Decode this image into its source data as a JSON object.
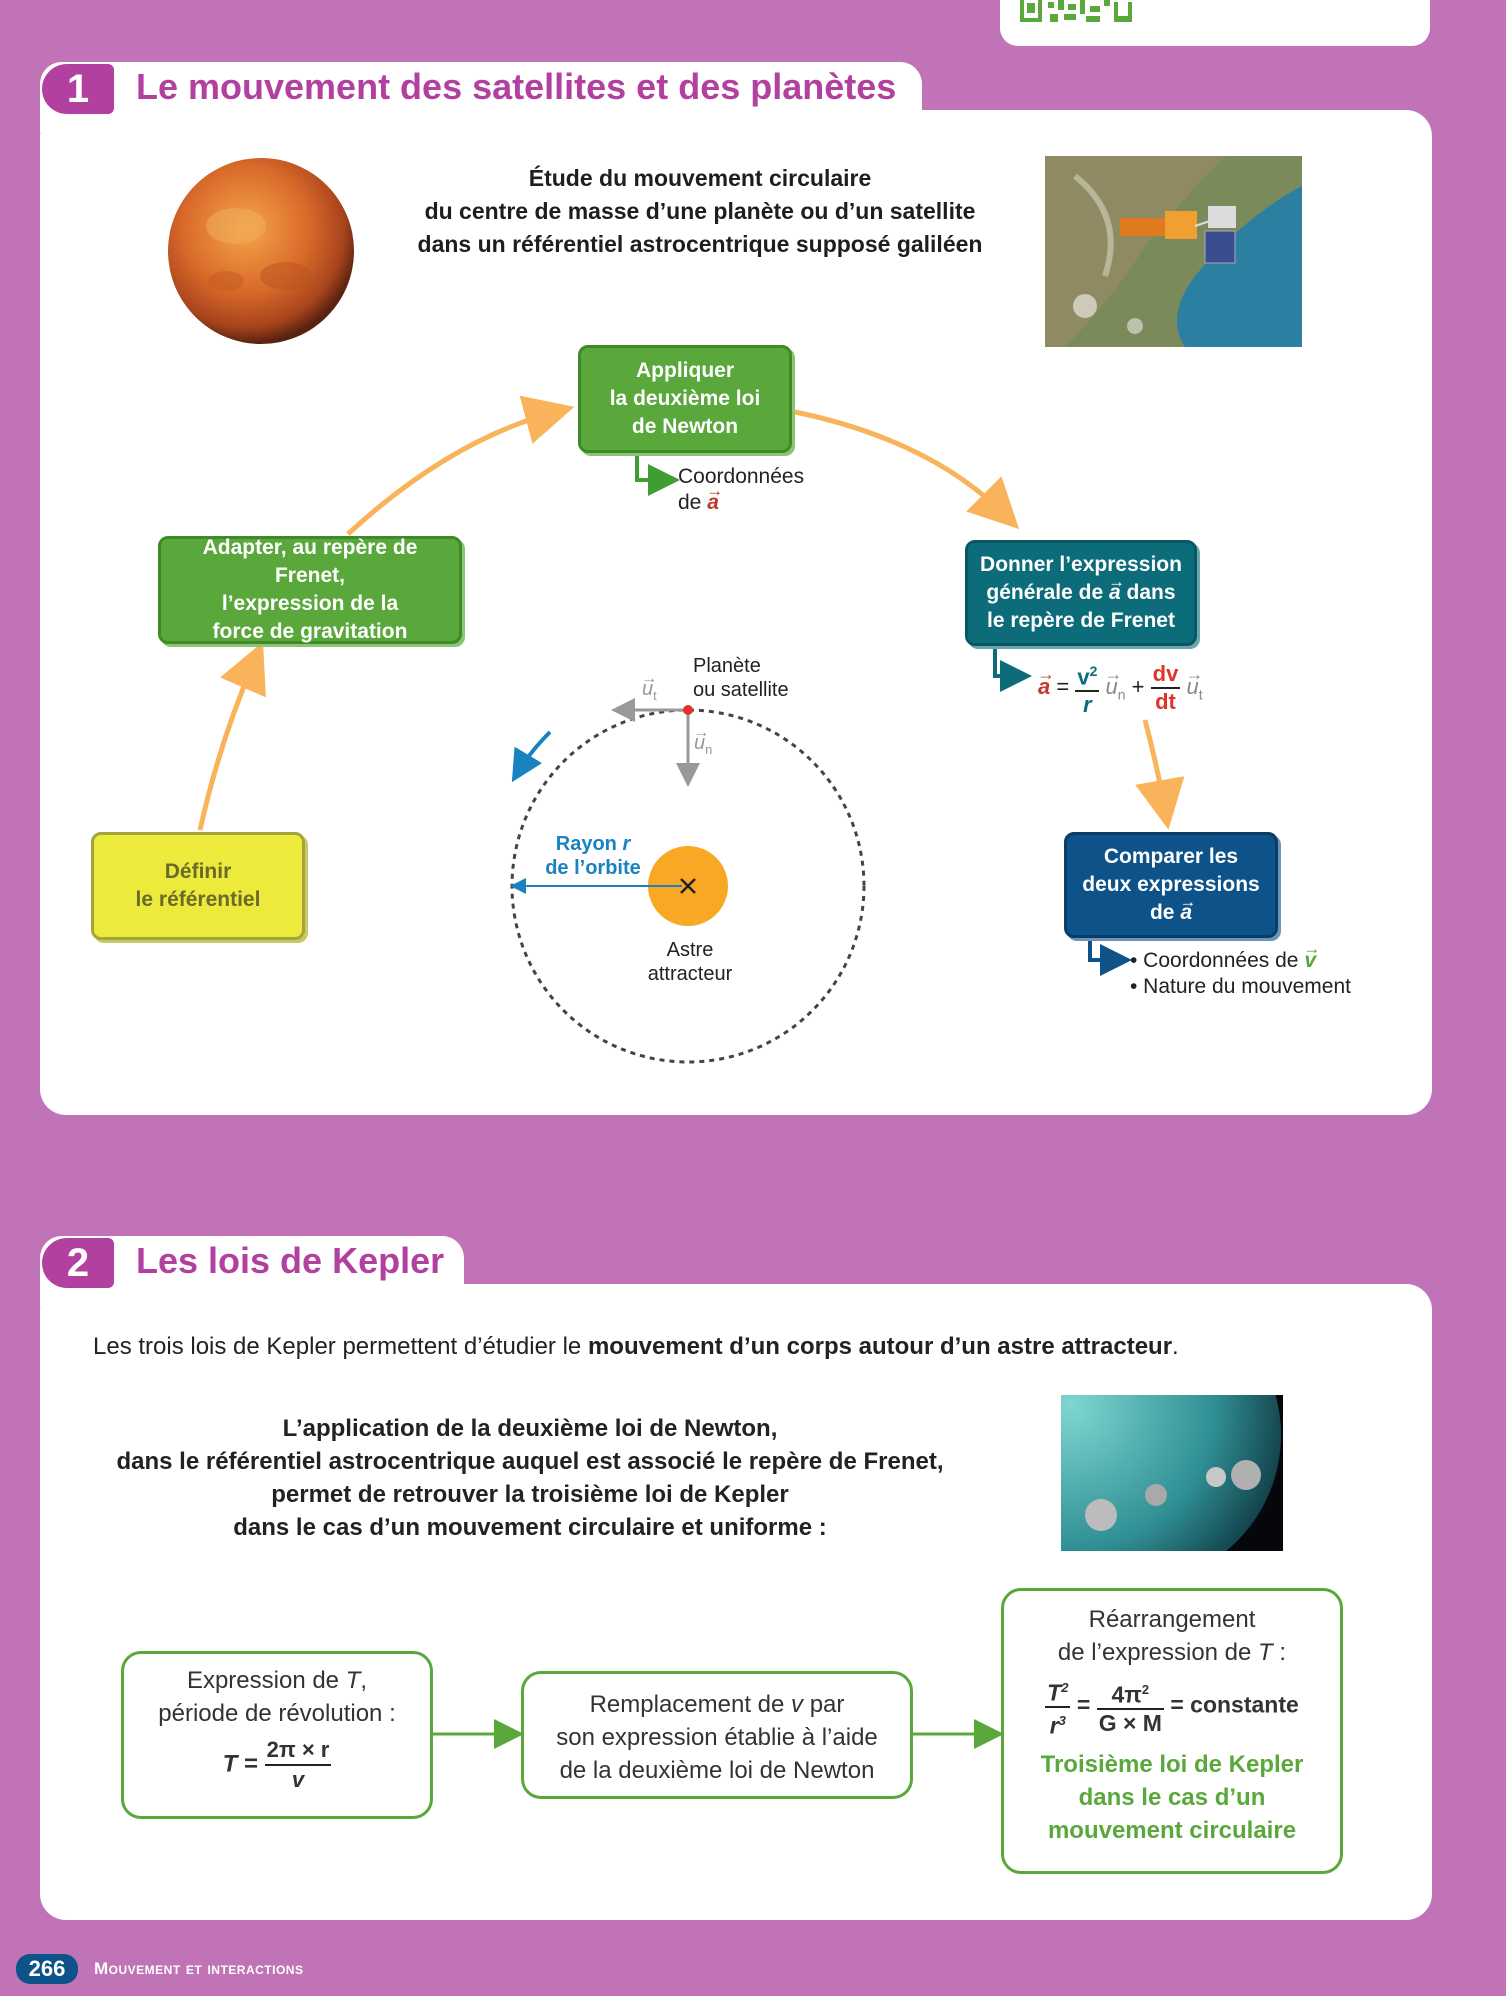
{
  "section1": {
    "number": "1",
    "title": "Le mouvement des satellites et des planètes",
    "intro_lines": [
      "Étude du mouvement circulaire",
      "du centre de masse d’une planète ou d’un satellite",
      "dans un référentiel astrocentrique supposé galiléen"
    ],
    "box_definir": [
      "Définir",
      "le référentiel"
    ],
    "box_adapter": [
      "Adapter, au repère de Frenet,",
      "l’expression de la",
      "force de gravitation"
    ],
    "box_appliquer": [
      "Appliquer",
      "la deuxième loi",
      "de Newton"
    ],
    "coord_a": [
      "Coordonnées",
      "de"
    ],
    "box_donner": [
      "Donner l’expression",
      "générale de",
      "dans",
      "le repère de Frenet"
    ],
    "box_comparer": [
      "Comparer les",
      "deux expressions",
      "de"
    ],
    "results": [
      "• Coordonnées de",
      "• Nature du mouvement"
    ],
    "diagram": {
      "planet_label": [
        "Planète",
        "ou satellite"
      ],
      "radius_label": [
        "Rayon",
        "r",
        "de l’orbite"
      ],
      "star_label": [
        "Astre",
        "attracteur"
      ],
      "ut": "u",
      "un": "u",
      "sub_t": "t",
      "sub_n": "n"
    },
    "formula": {
      "a": "a",
      "v2": "v",
      "exp2": "2",
      "r": "r",
      "un": "u",
      "plus": "+",
      "dv": "dv",
      "dt": "dt",
      "ut": "u",
      "sub_n": "n",
      "sub_t": "t"
    },
    "vec_a": "a",
    "vec_v": "v"
  },
  "section2": {
    "number": "2",
    "title": "Les lois de Kepler",
    "intro_plain": "Les trois lois de Kepler permettent d’étudier le ",
    "intro_bold": "mouvement d’un corps autour d’un astre attracteur",
    "intro_end": ".",
    "bold_lines": [
      "L’application de la deuxième loi de Newton,",
      "dans le référentiel astrocentrique auquel est associé le repère de Frenet,",
      "permet de retrouver la troisième loi de Kepler",
      "dans le cas d’un mouvement circulaire et uniforme :"
    ],
    "box1": {
      "line1": "Expression de",
      "T": "T",
      "comma": ",",
      "line2": "période de révolution :",
      "lhs": "T",
      "eq": "=",
      "num": "2π × r",
      "den": "v"
    },
    "box2": {
      "l1a": "Remplacement de",
      "v": "v",
      "l1b": "par",
      "l2": "son expression établie à l’aide",
      "l3": "de la deuxième loi de Newton"
    },
    "box3": {
      "l1": "Réarrangement",
      "l2": "de l’expression de",
      "T": "T",
      "colon": " :",
      "f1n": "T",
      "f1d": "r",
      "f2n": "4π",
      "f2d": "G × M",
      "exp2": "2",
      "exp3": "3",
      "eq": "=",
      "const": "= constante",
      "green_lines": [
        "Troisième loi de Kepler",
        "dans le cas d’un",
        "mouvement circulaire"
      ]
    }
  },
  "footer": {
    "page": "266",
    "label": "Mouvement et interactions"
  },
  "colors": {
    "background": "#c173b7",
    "magenta": "#b2409f",
    "green": "#5aa83c",
    "teal": "#0d6c7a",
    "navy": "#0d5288",
    "orange": "#f9b35a",
    "red": "#c0392b"
  }
}
